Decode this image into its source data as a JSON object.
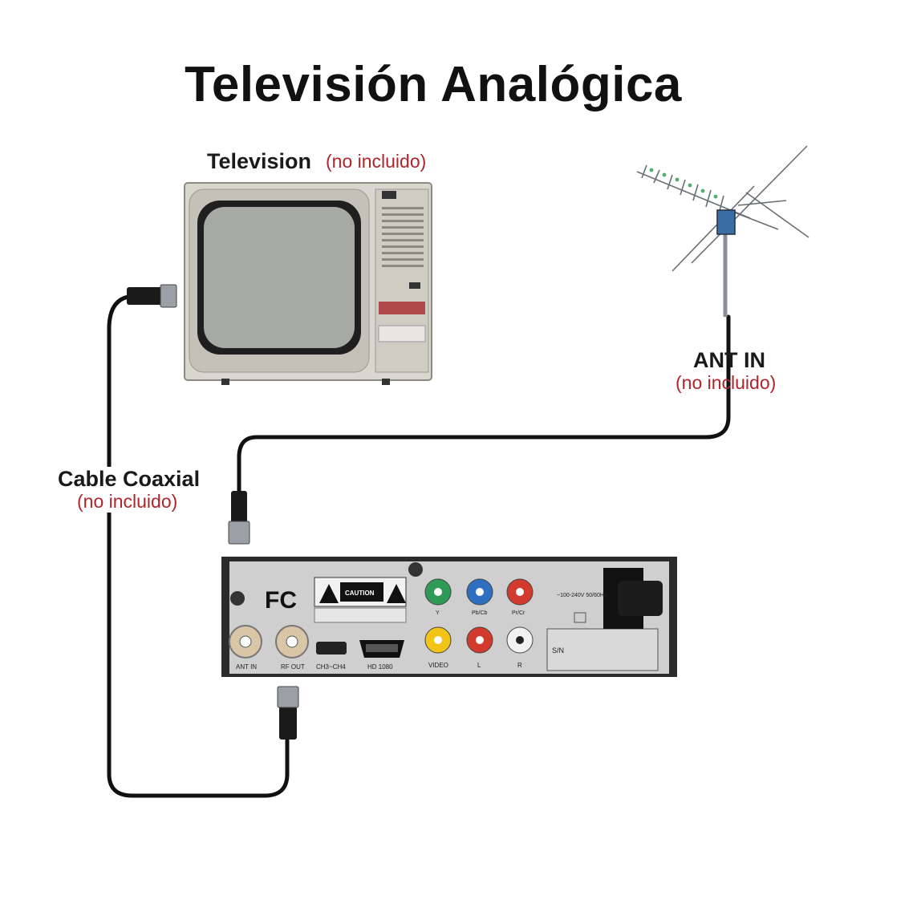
{
  "title": "Televisión Analógica",
  "television": {
    "label": "Television",
    "note": "(no incluido)"
  },
  "antenna": {
    "label": "ANT IN",
    "note": "(no incluido)"
  },
  "cable": {
    "label": "Cable Coaxial",
    "note": "(no incluido)"
  },
  "receiver": {
    "logo": "FC",
    "caution": "CAUTION",
    "ports": {
      "ant_in": "ANT IN",
      "rf_out": "RF OUT",
      "channel": "CH3~CH4",
      "hdmi": "HD 1080",
      "video": "VIDEO",
      "audio_l": "L",
      "audio_r": "R",
      "y": "Y",
      "pb": "Pb/Cb",
      "pr": "Pr/Cr"
    },
    "power": "~100-240V 50/60Hz",
    "serial": "S/N"
  },
  "colors": {
    "note_red": "#b0252b",
    "cable": "#111111",
    "tv_body": "#d9d6cf",
    "receiver_body": "#2b2b2b",
    "receiver_panel": "#cfcfcf"
  }
}
